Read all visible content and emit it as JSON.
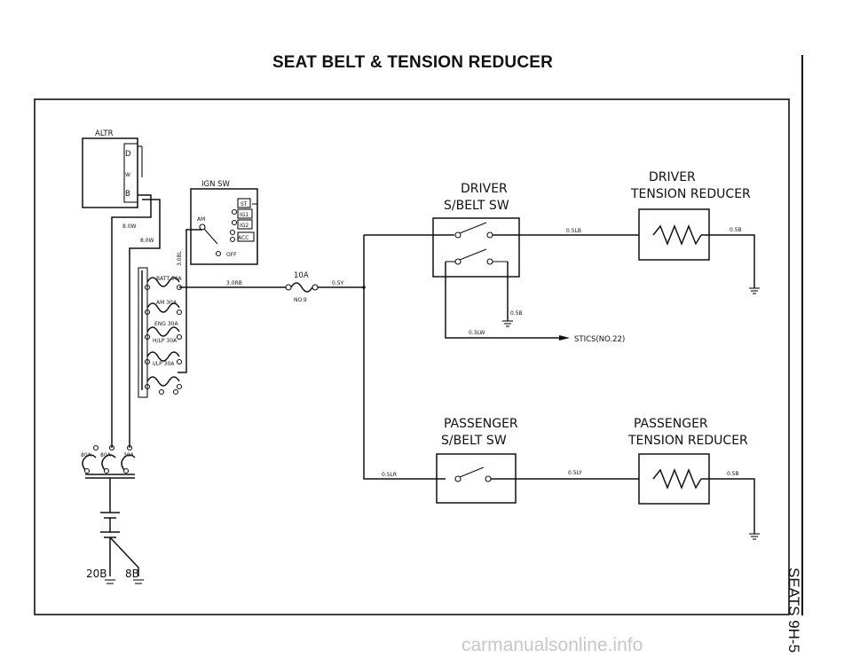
{
  "title": "SEAT BELT & TENSION REDUCER",
  "side_label": "SEATS 9H-5",
  "watermark": "carmanualsonline.info",
  "alternator": {
    "label": "ALTR",
    "terminals": [
      "D",
      "W",
      "B"
    ]
  },
  "ign_sw": {
    "label": "IGN SW",
    "positions": [
      "ST",
      "IG1",
      "IG2",
      "ACC",
      "OFF",
      "AM"
    ]
  },
  "fusible_links": [
    "BATT 50A",
    "AM 30A",
    "ENG 30A",
    "H/LP 30A",
    "I/LP 30A"
  ],
  "fuse": {
    "rating": "10A",
    "number": "NO.9"
  },
  "battery_links": [
    "80A",
    "80A",
    "30A"
  ],
  "grounds": [
    "20B",
    "8B"
  ],
  "wires": {
    "w1": "8.0W",
    "w2": "8.0W",
    "w3": "3.0BL",
    "w4": "3.0RB",
    "w5": "0.5Y",
    "w6": "0.5LB",
    "w7": "0.5B",
    "w8": "0.5B",
    "w9": "0.3LW",
    "w10": "0.5LR",
    "w11": "0.5LY",
    "w12": "0.5B"
  },
  "stics": "STICS(NO.22)",
  "driver_sw": {
    "line1": "DRIVER",
    "line2": "S/BELT SW"
  },
  "driver_tr": {
    "line1": "DRIVER",
    "line2": "TENSION REDUCER"
  },
  "pass_sw": {
    "line1": "PASSENGER",
    "line2": "S/BELT SW"
  },
  "pass_tr": {
    "line1": "PASSENGER",
    "line2": "TENSION REDUCER"
  }
}
